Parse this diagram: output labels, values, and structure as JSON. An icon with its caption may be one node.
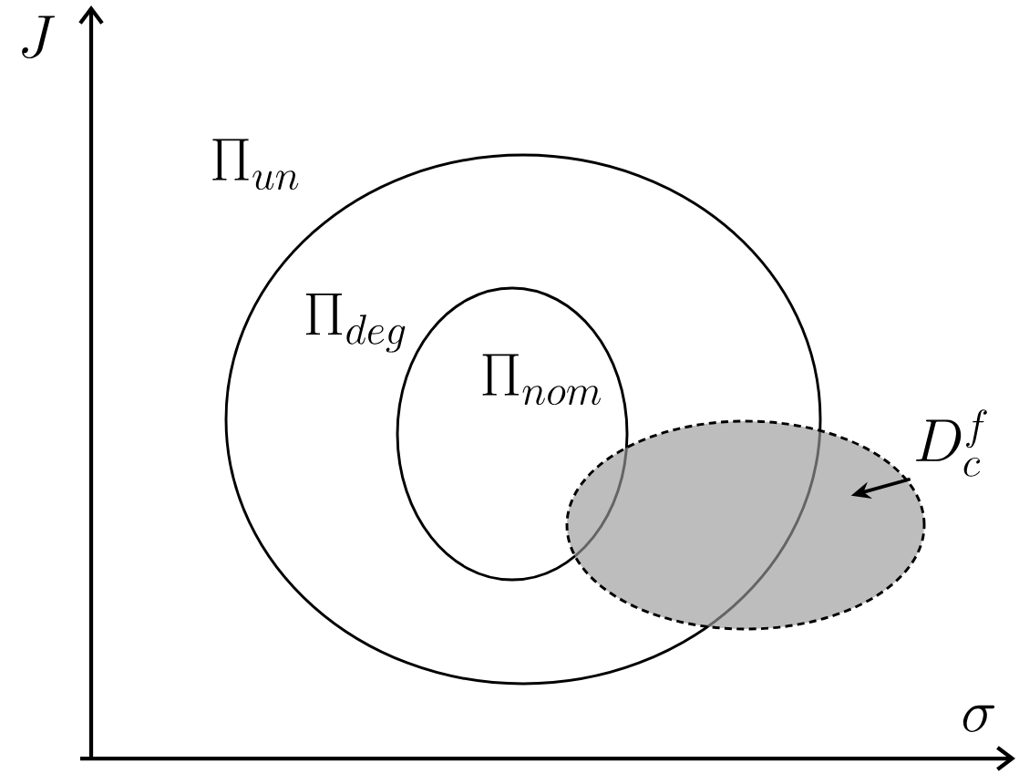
{
  "diagram": {
    "nodes": [
      {
        "text": [
          "\\Pi_{deg}"
        ]
      },
      {
        "text": [
          "\\Pi_{nom}"
        ],
        "in": 0
      },
      {
        "text": [],
        "shape": "ellipse"
      },
      {
        "text": [
          "D_c^f"
        ]
      }
    ],
    "edges": [
      {
        "from": 3,
        "to": 2,
        "arrow": "to"
      }
    ],
    "labels": [
      "J",
      "\\Pi_{un}",
      "\\sigma"
    ]
  }
}
